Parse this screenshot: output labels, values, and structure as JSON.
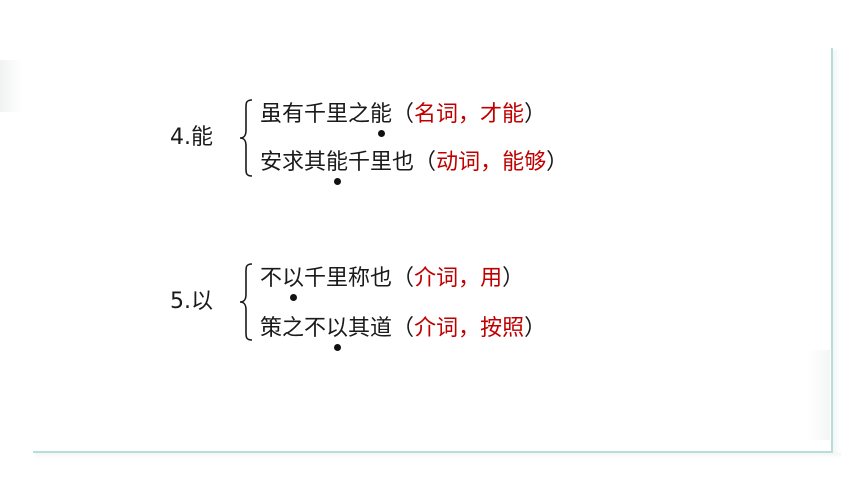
{
  "items": [
    {
      "label": "4.能",
      "lines": [
        {
          "before": "虽有千里之",
          "target": "能",
          "after": "",
          "open": "（",
          "answer": "名词，才能",
          "close": "）"
        },
        {
          "before": "安求其",
          "target": "能",
          "after": "千里也",
          "open": "（",
          "answer": "动词，能够",
          "close": "）"
        }
      ]
    },
    {
      "label": "5.以",
      "lines": [
        {
          "before": "不",
          "target": "以",
          "after": "千里称也",
          "open": "（",
          "answer": "介词，用",
          "close": "）"
        },
        {
          "before": "策之不",
          "target": "以",
          "after": "其道",
          "open": "（",
          "answer": "介词，按照",
          "close": "）"
        }
      ]
    }
  ],
  "colors": {
    "text": "#1a1a1a",
    "answer": "#c00000",
    "frame": "#b9ddd8"
  }
}
